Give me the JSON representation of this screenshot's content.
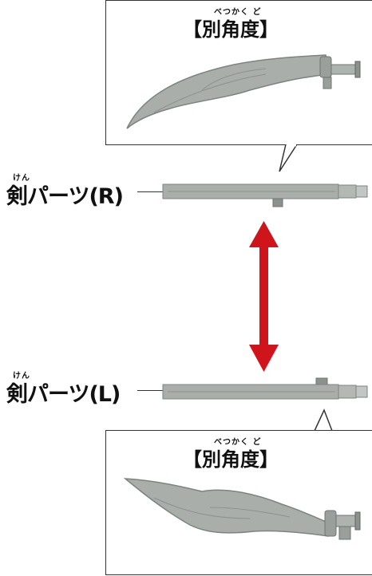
{
  "top_callout": {
    "ruby": "べつかく ど",
    "heading": "【別角度】"
  },
  "bottom_callout": {
    "ruby": "べつかく ど",
    "heading": "【別角度】"
  },
  "part_right": {
    "ruby": "けん",
    "label": "剣パーツ(R)"
  },
  "part_left": {
    "ruby": "けん",
    "label": "剣パーツ(L)"
  },
  "colors": {
    "arrow": "#d0141c",
    "part": "#a9aeab",
    "part_dark": "#7d8380",
    "line": "#333333"
  }
}
